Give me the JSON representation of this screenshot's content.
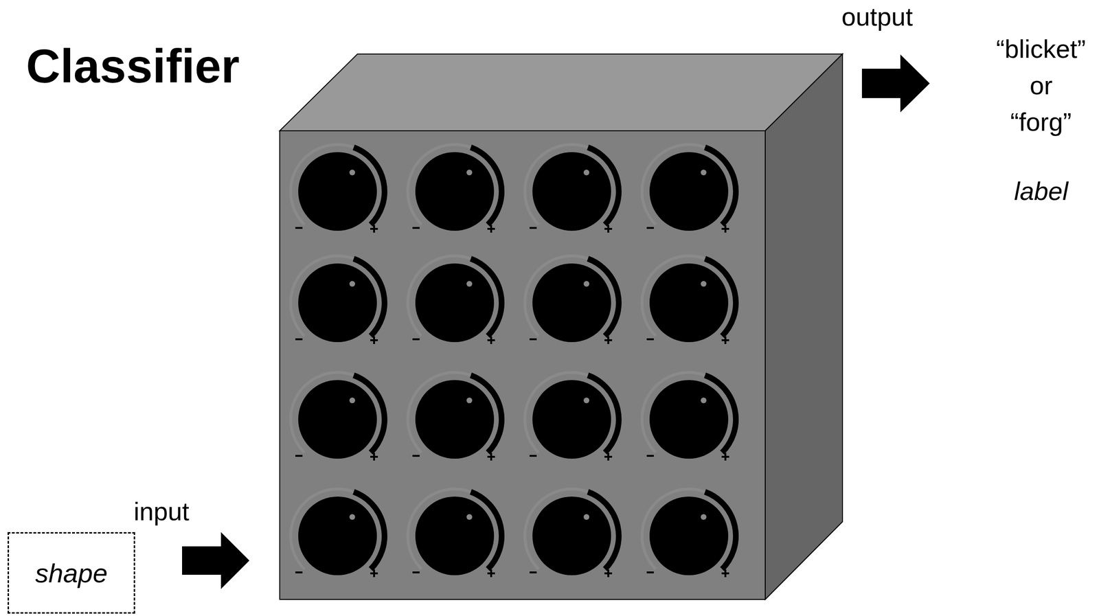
{
  "diagram": {
    "title": "Classifier",
    "nodes": [
      {
        "text": [
          "shape"
        ]
      }
    ],
    "labels": [
      "output",
      "“blicket”",
      "or",
      "“forg”",
      "label",
      "input"
    ]
  }
}
